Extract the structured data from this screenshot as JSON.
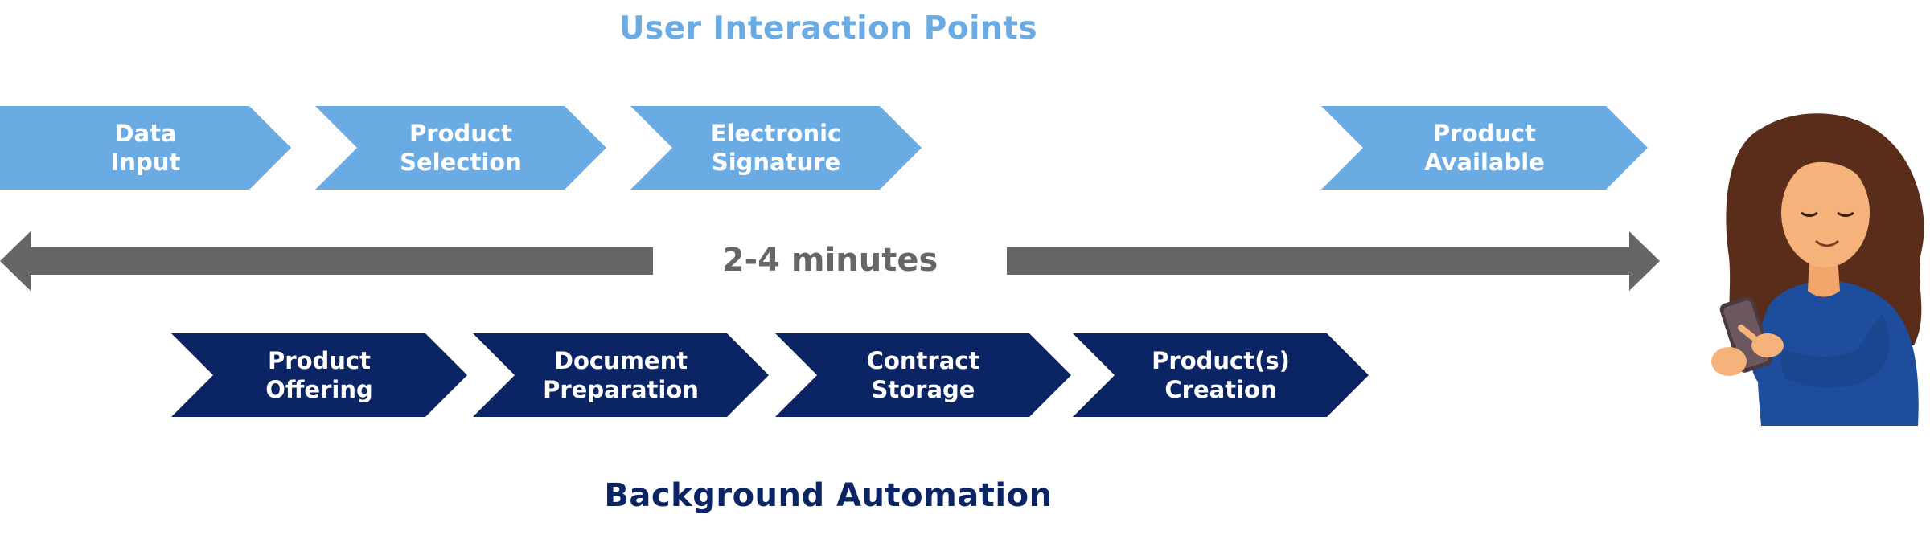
{
  "colors": {
    "light_blue": "#6aabe3",
    "dark_blue": "#0b2463",
    "gray": "#666666"
  },
  "header": {
    "title": "User Interaction Points"
  },
  "user_interaction_steps": [
    {
      "label": "Data\nInput"
    },
    {
      "label": "Product\nSelection"
    },
    {
      "label": "Electronic\nSignature"
    },
    {
      "label": "Product\nAvailable"
    }
  ],
  "timeline": {
    "duration": "2-4 minutes"
  },
  "background_steps": [
    {
      "label": "Product\nOffering"
    },
    {
      "label": "Document\nPreparation"
    },
    {
      "label": "Contract\nStorage"
    },
    {
      "label": "Product(s)\nCreation"
    }
  ],
  "footer": {
    "title": "Background Automation"
  },
  "illustration": {
    "icon": "woman-using-smartphone-icon"
  }
}
